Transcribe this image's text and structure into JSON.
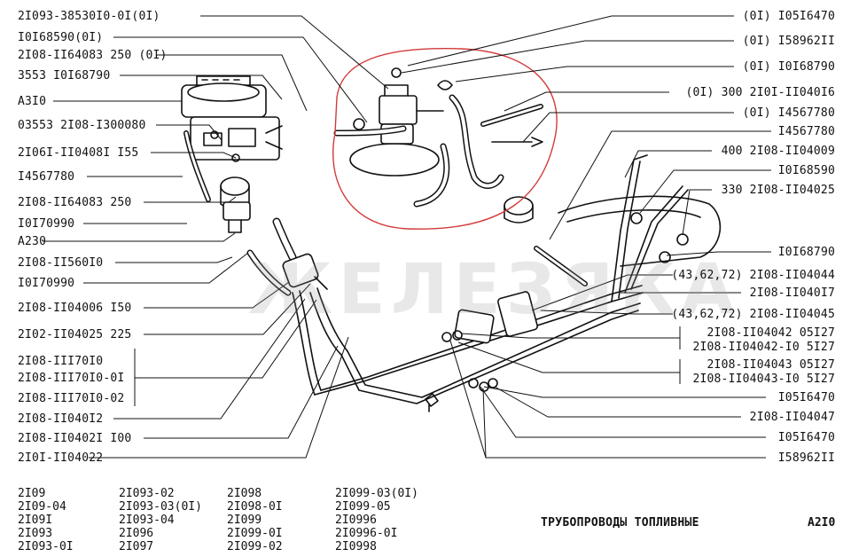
{
  "colors": {
    "ink": "#111111",
    "highlight": "#d23a3a",
    "watermark": "#969696"
  },
  "watermark": "ЖЕЛЕЗЯКА",
  "left_labels": [
    "2I093-38530I0-0I(0I)",
    "I0I68590(0I)",
    "2I08-II64083 250 (0I)",
    "3553 I0I68790",
    "A3I0",
    "03553 2I08-I300080",
    "2I06I-II0408I I55",
    "I4567780",
    "2I08-II64083 250",
    "I0I70990",
    "A230",
    "2I08-II560I0",
    "I0I70990",
    "2I08-II04006 I50",
    "2I02-II04025 225",
    "2I08-III70I0",
    "2I08-III70I0-0I",
    "2I08-III70I0-02",
    "2I08-II040I2",
    "2I08-II0402I I00",
    "2I0I-II04022"
  ],
  "right_labels": [
    "(0I) I05I6470",
    "(0I) I58962II",
    "(0I) I0I68790",
    "(0I) 300 2I0I-II040I6",
    "(0I) I4567780",
    "I4567780",
    "400 2I08-II04009",
    "I0I68590",
    "330 2I08-II04025",
    "I0I68790",
    "(43,62,72) 2I08-II04044",
    "2I08-II040I7",
    "(43,62,72) 2I08-II04045",
    "2I08-II04042 05I27",
    "2I08-II04042-I0 5I27",
    "2I08-II04043 05I27",
    "2I08-II04043-I0 5I27",
    "I05I6470",
    "2I08-II04047",
    "I05I6470",
    "I58962II"
  ],
  "models": [
    [
      "2I09",
      "2I09-04",
      "2I09I",
      "2I093",
      "2I093-0I"
    ],
    [
      "2I093-02",
      "2I093-03(0I)",
      "2I093-04",
      "2I096",
      "2I097"
    ],
    [
      "2I098",
      "2I098-0I",
      "2I099",
      "2I099-0I",
      "2I099-02"
    ],
    [
      "2I099-03(0I)",
      "2I099-05",
      "2I0996",
      "2I0996-0I",
      "2I0998"
    ]
  ],
  "title": "ТРУБОПРОВОДЫ ТОПЛИВНЫЕ",
  "page_code": "A2I0"
}
